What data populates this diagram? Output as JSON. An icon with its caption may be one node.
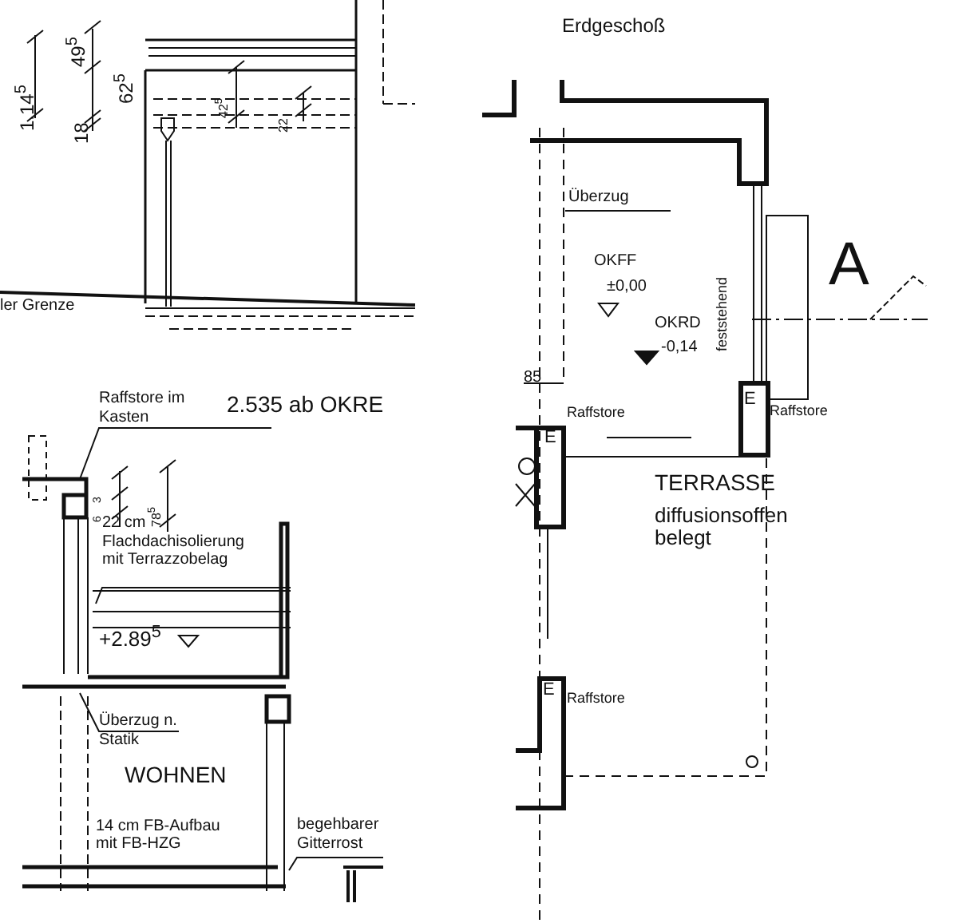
{
  "diagram": {
    "nodes": [
      {
        "text": [
          "Raffstore im Kasten"
        ]
      },
      {
        "text": [
          "22 cm Flachdachisolierung mit Terrazzobelag"
        ]
      },
      {
        "text": [
          "Überzug n. Statik"
        ]
      },
      {
        "text": [
          "begehbarer Gitterrost"
        ]
      },
      {
        "text": [
          "Überzug"
        ]
      }
    ],
    "edges": [
      {
        "from": 0,
        "to": null,
        "arrow": "none"
      },
      {
        "from": 1,
        "to": null,
        "arrow": "none"
      },
      {
        "from": 2,
        "to": null,
        "arrow": "none"
      },
      {
        "from": 3,
        "to": null,
        "arrow": "none"
      },
      {
        "from": 4,
        "to": null,
        "arrow": "none"
      }
    ],
    "labels": [
      "1.14$^{5}$",
      "49$^{5}$",
      "18",
      "62$^{5}$",
      "42$^{5}$",
      "22",
      "ler Grenze",
      "Erdgeschoß",
      "OKFF",
      "±0,00",
      "OKRD",
      "-0,14",
      "feststehend",
      "A",
      "85",
      "Raffstore",
      "E",
      "Raffstore",
      "E",
      "2.535 ab OKRE",
      "3",
      "6",
      "78$^{5}$",
      "TERRASSE",
      "diffusionsoffen belegt",
      "+2.89$^{5}$",
      "E",
      "Raffstore",
      "WOHNEN",
      "14 cm FB-Aufbau mit FB-HZG"
    ]
  }
}
